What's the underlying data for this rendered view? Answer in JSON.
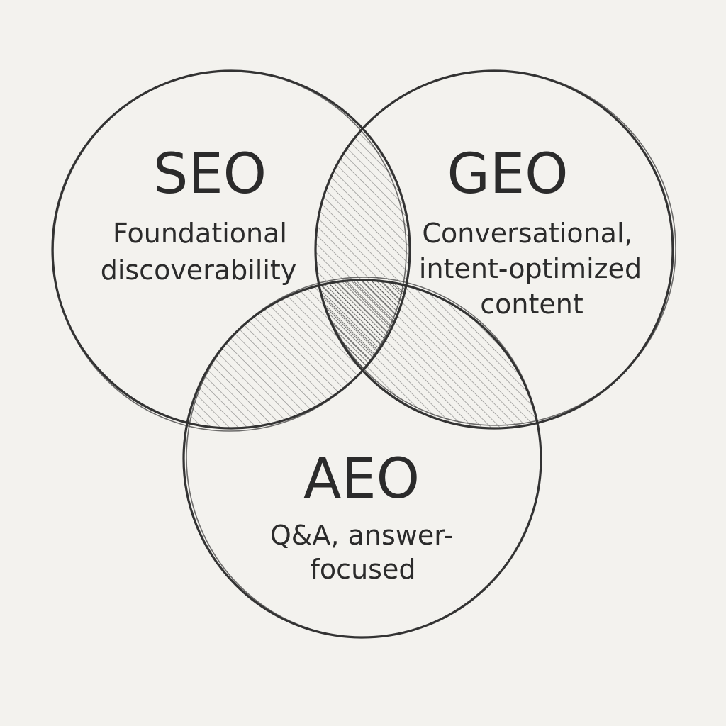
{
  "diagram": {
    "circles": [
      {
        "id": "seo",
        "title": "SEO",
        "description_lines": [
          "Foundational",
          "discoverability"
        ]
      },
      {
        "id": "geo",
        "title": "GEO",
        "description_lines": [
          "Conversational,",
          "intent-optimized",
          "content"
        ]
      },
      {
        "id": "aeo",
        "title": "AEO",
        "description_lines": [
          "Q&A, answer-",
          "focused"
        ]
      }
    ],
    "colors": {
      "background": "#f3f2ee",
      "stroke": "#333333",
      "hatch": "#6b6b6b",
      "text": "#2b2b2b"
    }
  }
}
